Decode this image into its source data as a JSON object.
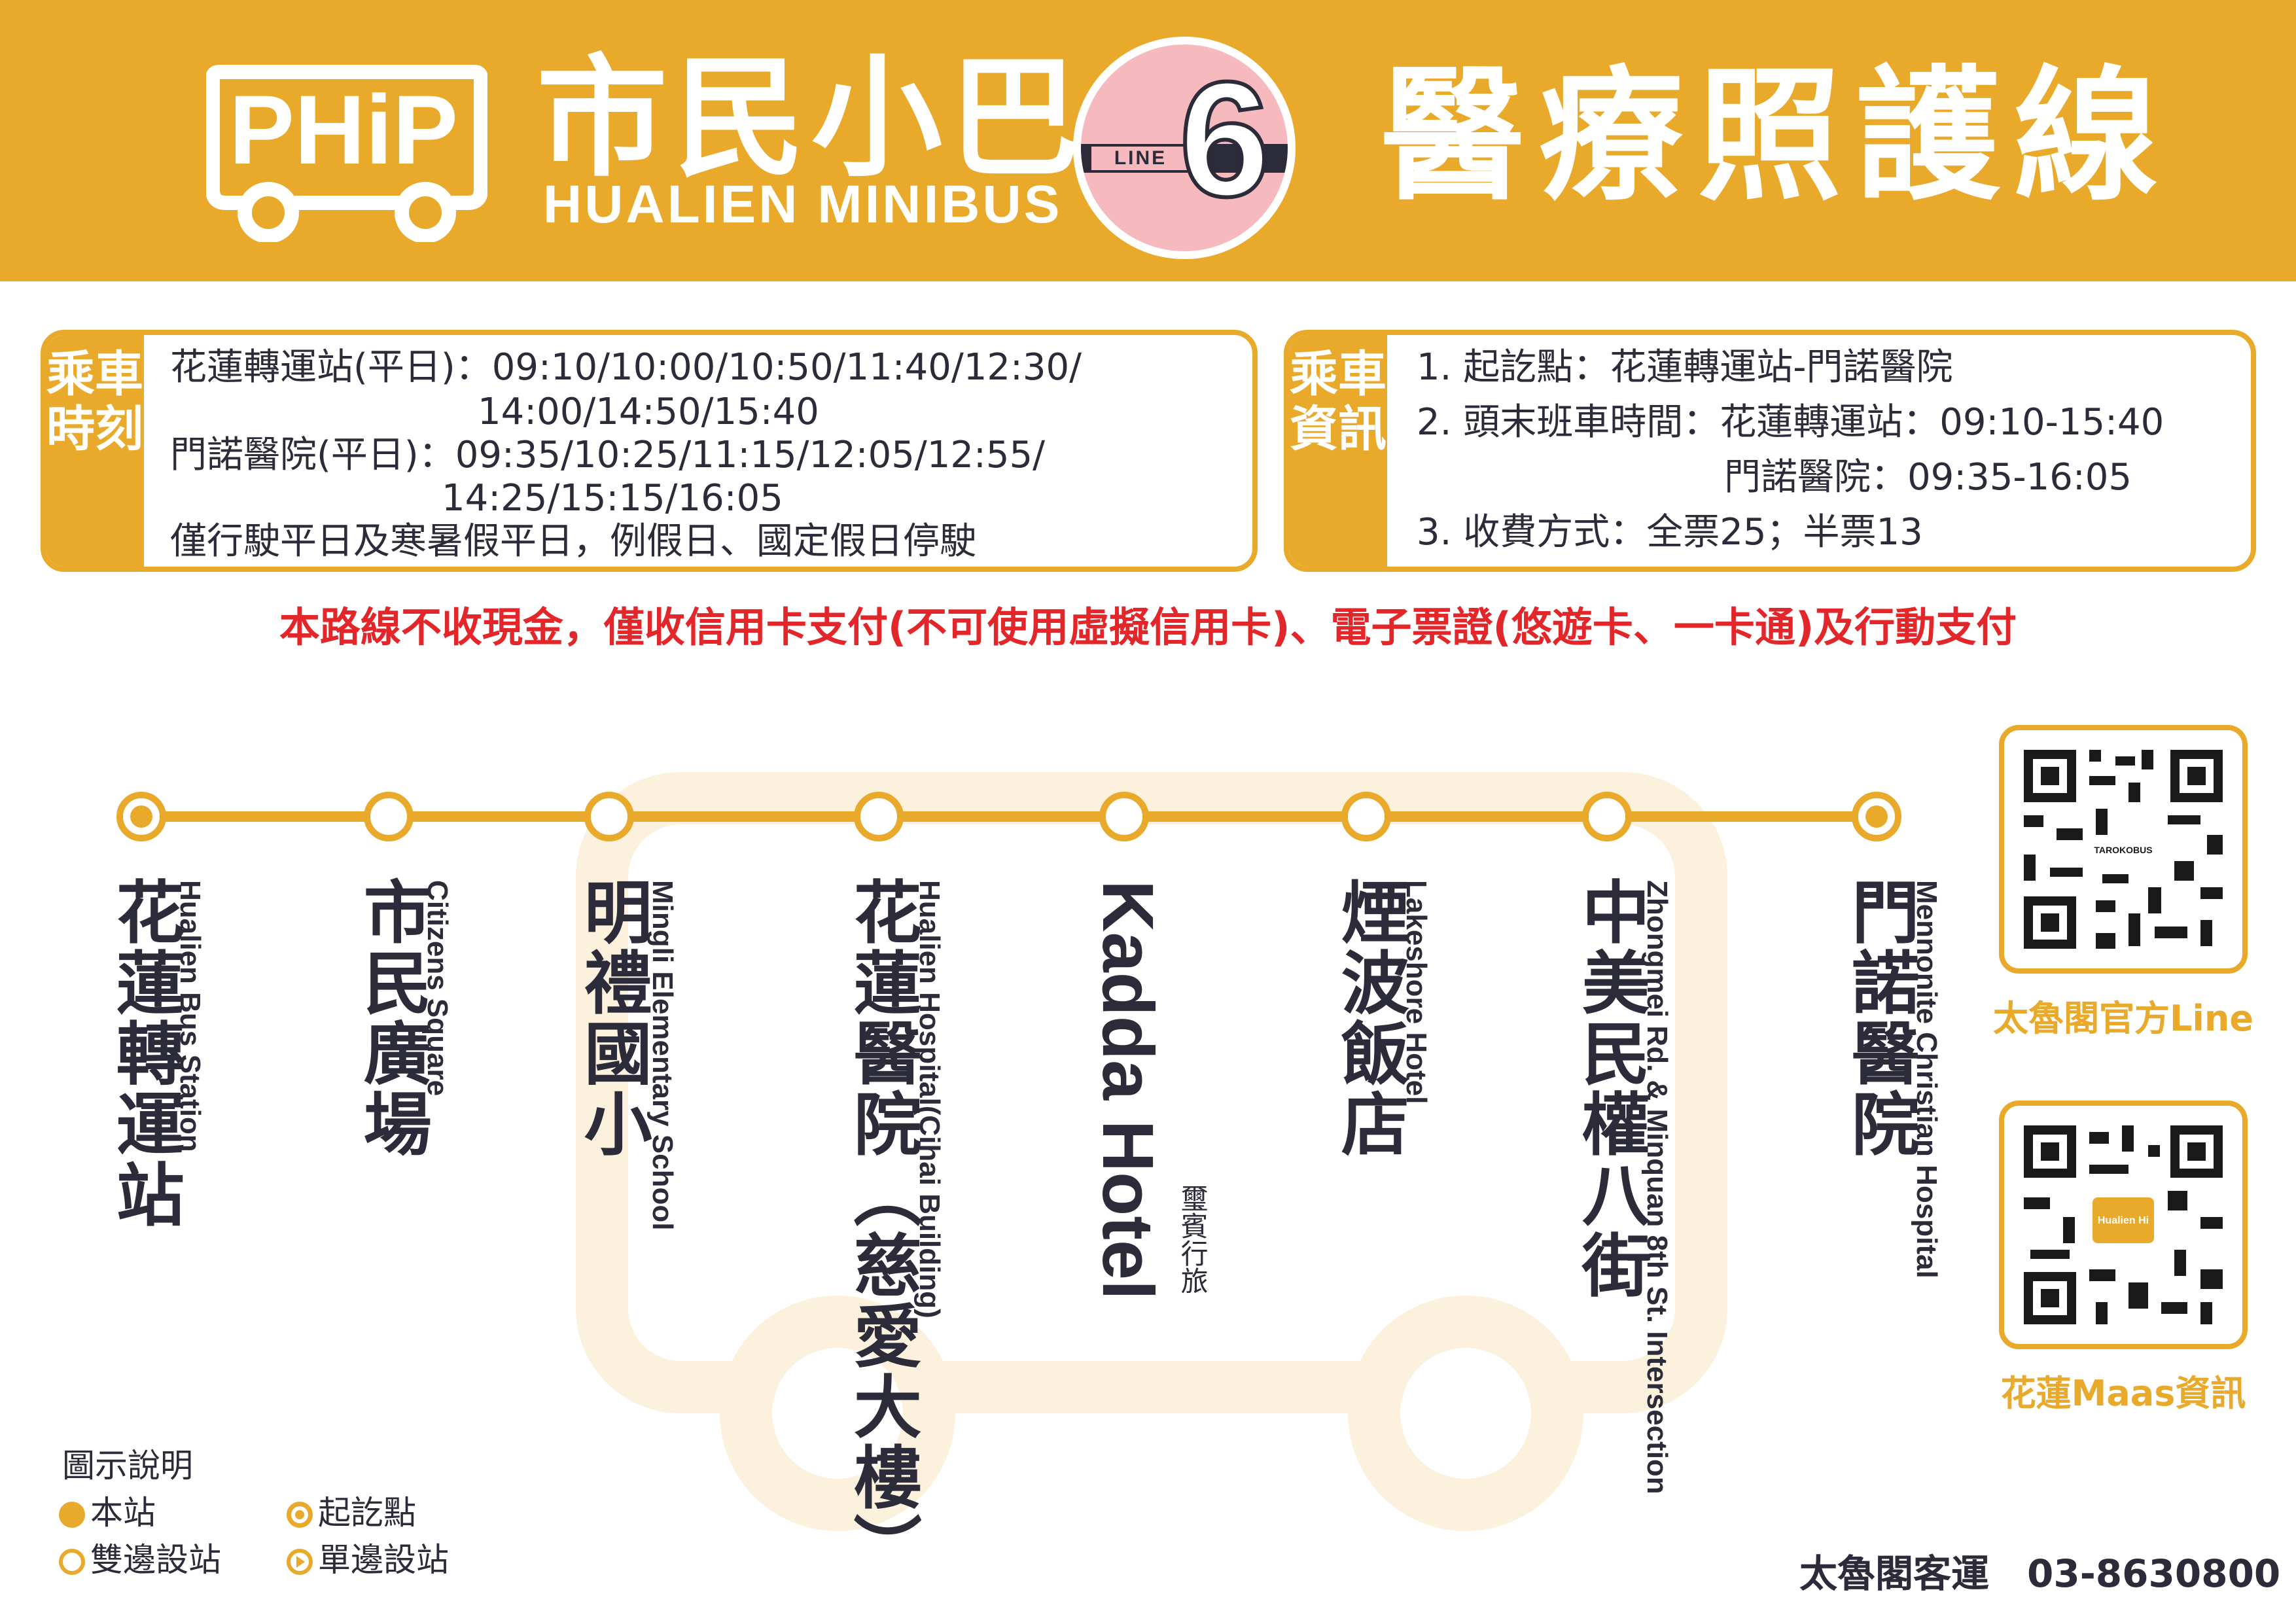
{
  "header": {
    "brand_zh": "市民小巴",
    "brand_en": "HUALIEN MINIBUS",
    "line_word": "LINE",
    "line_number": "6",
    "route_name": "醫療照護線"
  },
  "schedule": {
    "tag": "乘車時刻",
    "lines": [
      "花蓮轉運站(平日)：09:10/10:00/10:50/11:40/12:30/",
      "14:00/14:50/15:40",
      "門諾醫院(平日)：09:35/10:25/11:15/12:05/12:55/",
      "14:25/15:15/16:05",
      "僅行駛平日及寒暑假平日，例假日、國定假日停駛"
    ]
  },
  "ride_info": {
    "tag": "乘車資訊",
    "lines": [
      "1. 起訖點：花蓮轉運站-門諾醫院",
      "2. 頭末班車時間：花蓮轉運站：09:10-15:40",
      "門諾醫院：09:35-16:05",
      "3. 收費方式：全票25；半票13"
    ]
  },
  "cash_notice": "本路線不收現金，僅收信用卡支付(不可使用虛擬信用卡)、電子票證(悠遊卡、一卡通)及行動支付",
  "stops": [
    {
      "zh": "花蓮轉運站",
      "en": "Hualien Bus Station",
      "type": "terminal"
    },
    {
      "zh": "市民廣場",
      "en": "Citizens Square",
      "type": "both"
    },
    {
      "zh": "明禮國小",
      "en": "Mingli Elementary School",
      "type": "both"
    },
    {
      "zh": "花蓮醫院（慈愛大樓）",
      "en": "Hualien Hospital(Cihai Building)",
      "type": "both"
    },
    {
      "zh": "璽賓行旅",
      "en": "Kadda Hotel",
      "type": "both"
    },
    {
      "zh": "煙波飯店",
      "en": "Lakeshore Hotel",
      "type": "both"
    },
    {
      "zh": "中美民權八街",
      "en": "Zhongmei Rd. & Minquan 8th St. Intersection",
      "type": "both"
    },
    {
      "zh": "門諾醫院",
      "en": "Mennonite Christian Hospital",
      "type": "terminal"
    }
  ],
  "qr": [
    {
      "caption": "太魯閣官方Line",
      "inner_label": "TAROKOBUS"
    },
    {
      "caption": "花蓮Maas資訊",
      "inner_label": "Hualien Hi"
    }
  ],
  "legend": {
    "title": "圖示說明",
    "items": [
      {
        "label": "本站",
        "symbol": "filled"
      },
      {
        "label": "起訖點",
        "symbol": "terminal"
      },
      {
        "label": "雙邊設站",
        "symbol": "ring"
      },
      {
        "label": "單邊設站",
        "symbol": "arrow"
      }
    ]
  },
  "operator": "太魯閣客運　03-8630800",
  "colors": {
    "brand": "#E9AA2C",
    "badge": "#F5B9BE",
    "text": "#2b2b3a",
    "warning": "#E3262A"
  }
}
